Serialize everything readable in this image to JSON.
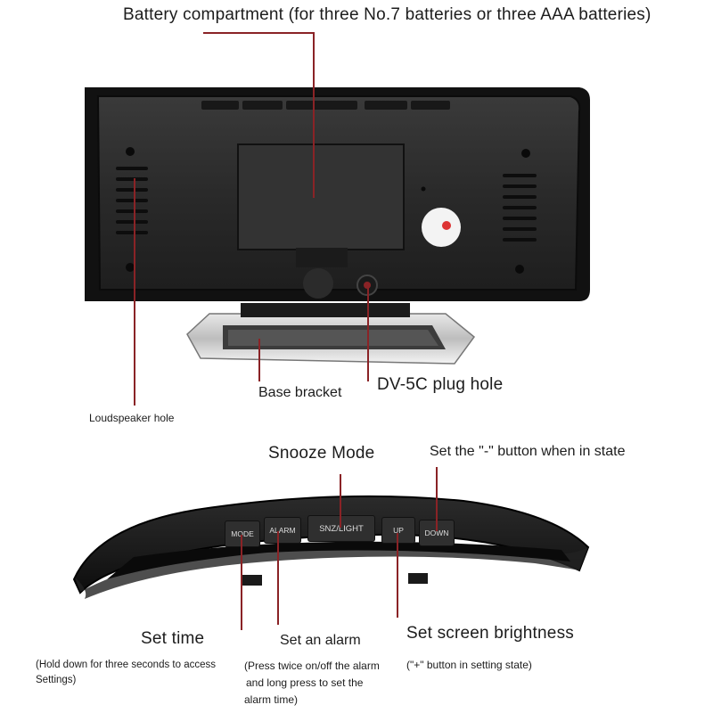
{
  "top_labels": {
    "battery": "Battery compartment (for three No.7 batteries or three AAA batteries)",
    "base_bracket": "Base bracket",
    "dc_plug": "DV-5C plug hole",
    "speaker": "Loudspeaker hole"
  },
  "bottom_labels": {
    "snooze": "Snooze Mode",
    "minus": "Set the \"-\" button when in state",
    "set_time": "Set time",
    "set_time_note": [
      "(Hold down for three seconds to access",
      "Settings)"
    ],
    "set_alarm": "Set an alarm",
    "set_alarm_note": [
      "(Press twice on/off the alarm",
      "and long press to set the",
      "alarm time)"
    ],
    "brightness": "Set screen brightness",
    "brightness_note": "(\"+\" button in setting state)"
  },
  "buttons": [
    "MODE",
    "ALARM",
    "SNZ/LIGHT",
    "UP",
    "DOWN"
  ],
  "colors": {
    "leader": "#8a2326",
    "device": "#151515"
  }
}
